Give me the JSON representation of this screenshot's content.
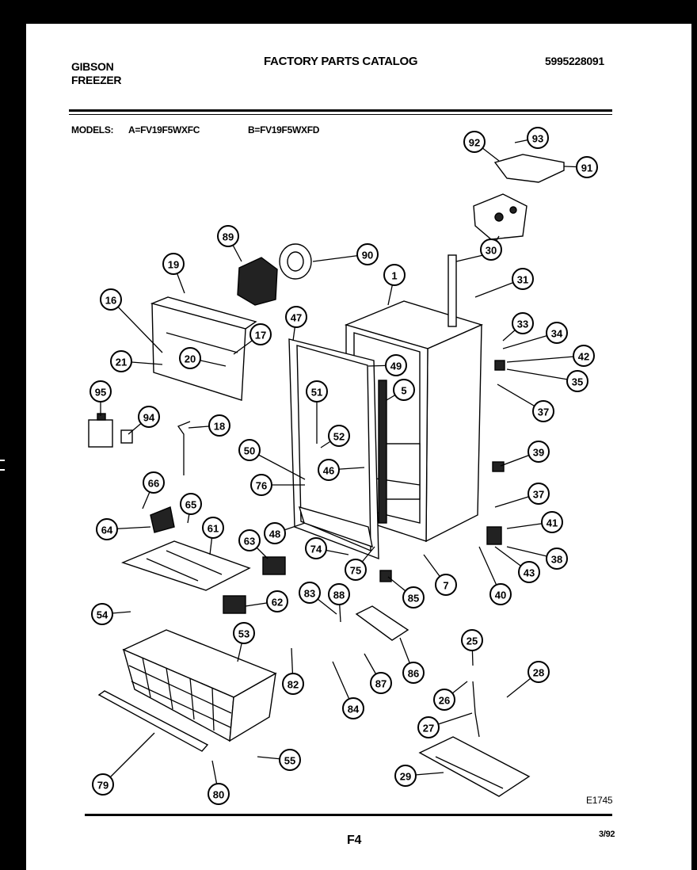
{
  "header": {
    "brand": "GIBSON",
    "product": "FREEZER",
    "catalog_title": "FACTORY PARTS CATALOG",
    "catalog_number": "5995228091"
  },
  "models": {
    "label": "MODELS:",
    "model_a": "A=FV19F5WXFC",
    "model_b": "B=FV19F5WXFD"
  },
  "footer": {
    "diagram_code": "E1745",
    "page": "F4",
    "date": "3/92"
  },
  "callouts": [
    {
      "id": "c92",
      "label": "92"
    },
    {
      "id": "c93",
      "label": "93"
    },
    {
      "id": "c91",
      "label": "91"
    },
    {
      "id": "c30",
      "label": "30"
    },
    {
      "id": "c89",
      "label": "89"
    },
    {
      "id": "c90",
      "label": "90"
    },
    {
      "id": "c1",
      "label": "1"
    },
    {
      "id": "c31",
      "label": "31"
    },
    {
      "id": "c19",
      "label": "19"
    },
    {
      "id": "c16",
      "label": "16"
    },
    {
      "id": "c17",
      "label": "17"
    },
    {
      "id": "c47",
      "label": "47"
    },
    {
      "id": "c33",
      "label": "33"
    },
    {
      "id": "c34",
      "label": "34"
    },
    {
      "id": "c42",
      "label": "42"
    },
    {
      "id": "c35",
      "label": "35"
    },
    {
      "id": "c20",
      "label": "20"
    },
    {
      "id": "c21",
      "label": "21"
    },
    {
      "id": "c49",
      "label": "49"
    },
    {
      "id": "c5",
      "label": "5"
    },
    {
      "id": "c37a",
      "label": "37"
    },
    {
      "id": "c95",
      "label": "95"
    },
    {
      "id": "c51",
      "label": "51"
    },
    {
      "id": "c94",
      "label": "94"
    },
    {
      "id": "c18",
      "label": "18"
    },
    {
      "id": "c52",
      "label": "52"
    },
    {
      "id": "c50",
      "label": "50"
    },
    {
      "id": "c46",
      "label": "46"
    },
    {
      "id": "c39",
      "label": "39"
    },
    {
      "id": "c66",
      "label": "66"
    },
    {
      "id": "c76",
      "label": "76"
    },
    {
      "id": "c37b",
      "label": "37"
    },
    {
      "id": "c65",
      "label": "65"
    },
    {
      "id": "c41",
      "label": "41"
    },
    {
      "id": "c64",
      "label": "64"
    },
    {
      "id": "c61",
      "label": "61"
    },
    {
      "id": "c48",
      "label": "48"
    },
    {
      "id": "c63",
      "label": "63"
    },
    {
      "id": "c74",
      "label": "74"
    },
    {
      "id": "c38",
      "label": "38"
    },
    {
      "id": "c75",
      "label": "75"
    },
    {
      "id": "c43",
      "label": "43"
    },
    {
      "id": "c7",
      "label": "7"
    },
    {
      "id": "c40",
      "label": "40"
    },
    {
      "id": "c83",
      "label": "83"
    },
    {
      "id": "c88",
      "label": "88"
    },
    {
      "id": "c85",
      "label": "85"
    },
    {
      "id": "c62",
      "label": "62"
    },
    {
      "id": "c54",
      "label": "54"
    },
    {
      "id": "c53",
      "label": "53"
    },
    {
      "id": "c25",
      "label": "25"
    },
    {
      "id": "c86",
      "label": "86"
    },
    {
      "id": "c28",
      "label": "28"
    },
    {
      "id": "c82",
      "label": "82"
    },
    {
      "id": "c87",
      "label": "87"
    },
    {
      "id": "c26",
      "label": "26"
    },
    {
      "id": "c84",
      "label": "84"
    },
    {
      "id": "c27",
      "label": "27"
    },
    {
      "id": "c55",
      "label": "55"
    },
    {
      "id": "c29",
      "label": "29"
    },
    {
      "id": "c79",
      "label": "79"
    },
    {
      "id": "c80",
      "label": "80"
    }
  ]
}
